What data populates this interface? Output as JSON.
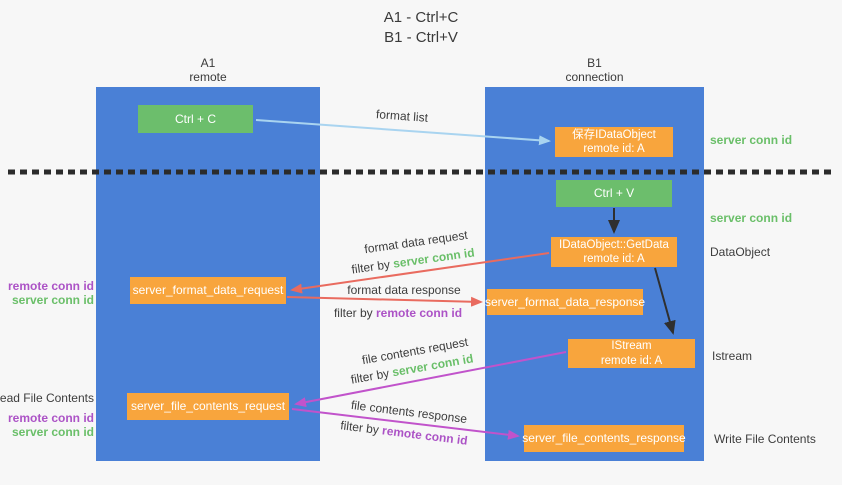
{
  "title": {
    "line1": "A1 - Ctrl+C",
    "line2": "B1 - Ctrl+V"
  },
  "lanes": {
    "left": {
      "name": "A1",
      "role": "remote"
    },
    "right": {
      "name": "B1",
      "role": "connection"
    }
  },
  "nodes": {
    "ctrl_c": {
      "label": "Ctrl + C"
    },
    "ctrl_v": {
      "label": "Ctrl + V"
    },
    "save_dataobject": {
      "line1": "保存IDataObject",
      "line2": "remote id: A"
    },
    "getdata": {
      "line1": "IDataObject::GetData",
      "line2": "remote id: A"
    },
    "istream": {
      "line1": "IStream",
      "line2": "remote id: A"
    },
    "format_request": {
      "label": "server_format_data_request"
    },
    "format_response": {
      "label": "server_format_data_response"
    },
    "file_request": {
      "label": "server_file_contents_request"
    },
    "file_response": {
      "label": "server_file_contents_response"
    }
  },
  "edge_labels": {
    "format_list": "format list",
    "format_data_request": "format data request",
    "format_data_response": "format data response",
    "file_contents_request": "file contents request",
    "file_contents_response": "file contents response",
    "filter_prefix": "filter by",
    "server_conn_id": "server conn id",
    "remote_conn_id": "remote conn id"
  },
  "side_labels": {
    "right_server_conn_id_1": "server conn id",
    "right_server_conn_id_2": "server conn id",
    "dataobject": "DataObject",
    "istream": "Istream",
    "write_file_contents": "Write File Contents",
    "left_remote_conn_id_1": "remote conn id",
    "left_server_conn_id_1": "server conn id",
    "read_file_contents": "Read File Contents",
    "left_remote_conn_id_2": "remote conn id",
    "left_server_conn_id_2": "server conn id"
  },
  "colors": {
    "lane_blue": "#4a80d6",
    "node_green": "#6cbe6c",
    "node_orange": "#f8a53d",
    "arrow_light_blue": "#a9d4f0",
    "arrow_red": "#e96b5f",
    "arrow_magenta": "#c153cb",
    "arrow_black": "#2f2f2f",
    "text_green": "#6abf69",
    "text_purple": "#ac53c6",
    "text_dark": "#3d3d3d"
  }
}
